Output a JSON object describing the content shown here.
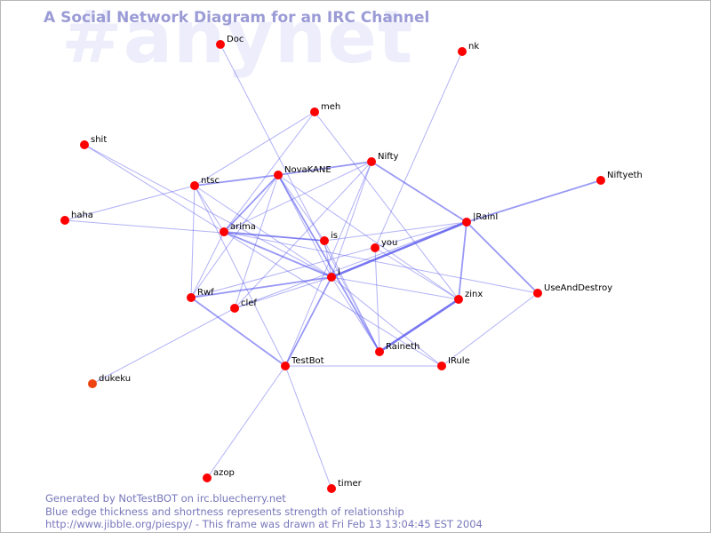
{
  "watermark": "#anynet",
  "title": "A Social Network Diagram for an IRC Channel",
  "footer": {
    "line1": "Generated by NotTestBOT on irc.bluecherry.net",
    "line2": "Blue edge thickness and shortness represents strength of relationship",
    "line3": "http://www.jibble.org/piespy/ - This frame was drawn at Fri Feb 13 13:04:45 EST 2004"
  },
  "colors": {
    "node": "#ff0000",
    "node_faded": "#ee4411",
    "edge": "#5555ee",
    "title": "#9b9bd6",
    "footer": "#7777bb"
  },
  "nodes": [
    {
      "id": "Doc",
      "label": "Doc"
    },
    {
      "id": "nk",
      "label": "nk"
    },
    {
      "id": "meh",
      "label": "meh"
    },
    {
      "id": "shit",
      "label": "shit"
    },
    {
      "id": "Nifty",
      "label": "Nifty"
    },
    {
      "id": "NovaKANE",
      "label": "NovaKANE"
    },
    {
      "id": "ntsc",
      "label": "ntsc"
    },
    {
      "id": "Niftyeth",
      "label": "Niftyeth"
    },
    {
      "id": "haha",
      "label": "haha"
    },
    {
      "id": "IRainI",
      "label": "|RainI"
    },
    {
      "id": "arima",
      "label": "arima"
    },
    {
      "id": "is",
      "label": "is"
    },
    {
      "id": "you",
      "label": "you"
    },
    {
      "id": "i",
      "label": "i"
    },
    {
      "id": "UseAndDestroy",
      "label": "UseAndDestroy"
    },
    {
      "id": "Rwf",
      "label": "Rwf"
    },
    {
      "id": "zinx",
      "label": "zinx"
    },
    {
      "id": "clef",
      "label": "clef"
    },
    {
      "id": "Raineth",
      "label": "Raineth"
    },
    {
      "id": "IRule",
      "label": "IRule"
    },
    {
      "id": "TestBot",
      "label": "TestBot"
    },
    {
      "id": "dukeku",
      "label": "dukeku",
      "faded": true
    },
    {
      "id": "azop",
      "label": "azop"
    },
    {
      "id": "timer",
      "label": "timer"
    }
  ],
  "edges": [
    {
      "a": "Doc",
      "b": "Raineth",
      "w": 1
    },
    {
      "a": "nk",
      "b": "you",
      "w": 1
    },
    {
      "a": "meh",
      "b": "ntsc",
      "w": 1
    },
    {
      "a": "meh",
      "b": "arima",
      "w": 1
    },
    {
      "a": "meh",
      "b": "zinx",
      "w": 1
    },
    {
      "a": "shit",
      "b": "arima",
      "w": 1
    },
    {
      "a": "shit",
      "b": "i",
      "w": 1
    },
    {
      "a": "Nifty",
      "b": "NovaKANE",
      "w": 2
    },
    {
      "a": "Nifty",
      "b": "IRainI",
      "w": 2
    },
    {
      "a": "Nifty",
      "b": "arima",
      "w": 1
    },
    {
      "a": "Nifty",
      "b": "i",
      "w": 1
    },
    {
      "a": "Nifty",
      "b": "TestBot",
      "w": 1
    },
    {
      "a": "Nifty",
      "b": "clef",
      "w": 1
    },
    {
      "a": "NovaKANE",
      "b": "ntsc",
      "w": 2
    },
    {
      "a": "NovaKANE",
      "b": "arima",
      "w": 2
    },
    {
      "a": "NovaKANE",
      "b": "is",
      "w": 1
    },
    {
      "a": "NovaKANE",
      "b": "i",
      "w": 1
    },
    {
      "a": "NovaKANE",
      "b": "Raineth",
      "w": 2
    },
    {
      "a": "NovaKANE",
      "b": "Rwf",
      "w": 1
    },
    {
      "a": "NovaKANE",
      "b": "zinx",
      "w": 1
    },
    {
      "a": "NovaKANE",
      "b": "clef",
      "w": 1
    },
    {
      "a": "ntsc",
      "b": "haha",
      "w": 1
    },
    {
      "a": "ntsc",
      "b": "arima",
      "w": 1
    },
    {
      "a": "ntsc",
      "b": "i",
      "w": 1
    },
    {
      "a": "ntsc",
      "b": "Rwf",
      "w": 1
    },
    {
      "a": "ntsc",
      "b": "TestBot",
      "w": 1
    },
    {
      "a": "Niftyeth",
      "b": "IRainI",
      "w": 2
    },
    {
      "a": "haha",
      "b": "is",
      "w": 1
    },
    {
      "a": "IRainI",
      "b": "is",
      "w": 1
    },
    {
      "a": "IRainI",
      "b": "i",
      "w": 3
    },
    {
      "a": "IRainI",
      "b": "UseAndDestroy",
      "w": 2
    },
    {
      "a": "IRainI",
      "b": "zinx",
      "w": 2
    },
    {
      "a": "IRainI",
      "b": "Rwf",
      "w": 1
    },
    {
      "a": "arima",
      "b": "is",
      "w": 2
    },
    {
      "a": "arima",
      "b": "i",
      "w": 2
    },
    {
      "a": "arima",
      "b": "Rwf",
      "w": 1
    },
    {
      "a": "arima",
      "b": "IRule",
      "w": 1
    },
    {
      "a": "arima",
      "b": "UseAndDestroy",
      "w": 1
    },
    {
      "a": "is",
      "b": "Raineth",
      "w": 1
    },
    {
      "a": "is",
      "b": "i",
      "w": 1
    },
    {
      "a": "you",
      "b": "zinx",
      "w": 1
    },
    {
      "a": "you",
      "b": "Raineth",
      "w": 1
    },
    {
      "a": "i",
      "b": "Rwf",
      "w": 2
    },
    {
      "a": "i",
      "b": "clef",
      "w": 1
    },
    {
      "a": "i",
      "b": "zinx",
      "w": 1
    },
    {
      "a": "i",
      "b": "TestBot",
      "w": 2
    },
    {
      "a": "i",
      "b": "Raineth",
      "w": 1
    },
    {
      "a": "i",
      "b": "IRule",
      "w": 1
    },
    {
      "a": "Rwf",
      "b": "TestBot",
      "w": 2
    },
    {
      "a": "zinx",
      "b": "Raineth",
      "w": 3
    },
    {
      "a": "UseAndDestroy",
      "b": "IRule",
      "w": 1
    },
    {
      "a": "clef",
      "b": "dukeku",
      "w": 1
    },
    {
      "a": "clef",
      "b": "IRainI",
      "w": 1
    },
    {
      "a": "TestBot",
      "b": "IRule",
      "w": 1
    },
    {
      "a": "TestBot",
      "b": "azop",
      "w": 1
    },
    {
      "a": "TestBot",
      "b": "timer",
      "w": 1
    }
  ]
}
